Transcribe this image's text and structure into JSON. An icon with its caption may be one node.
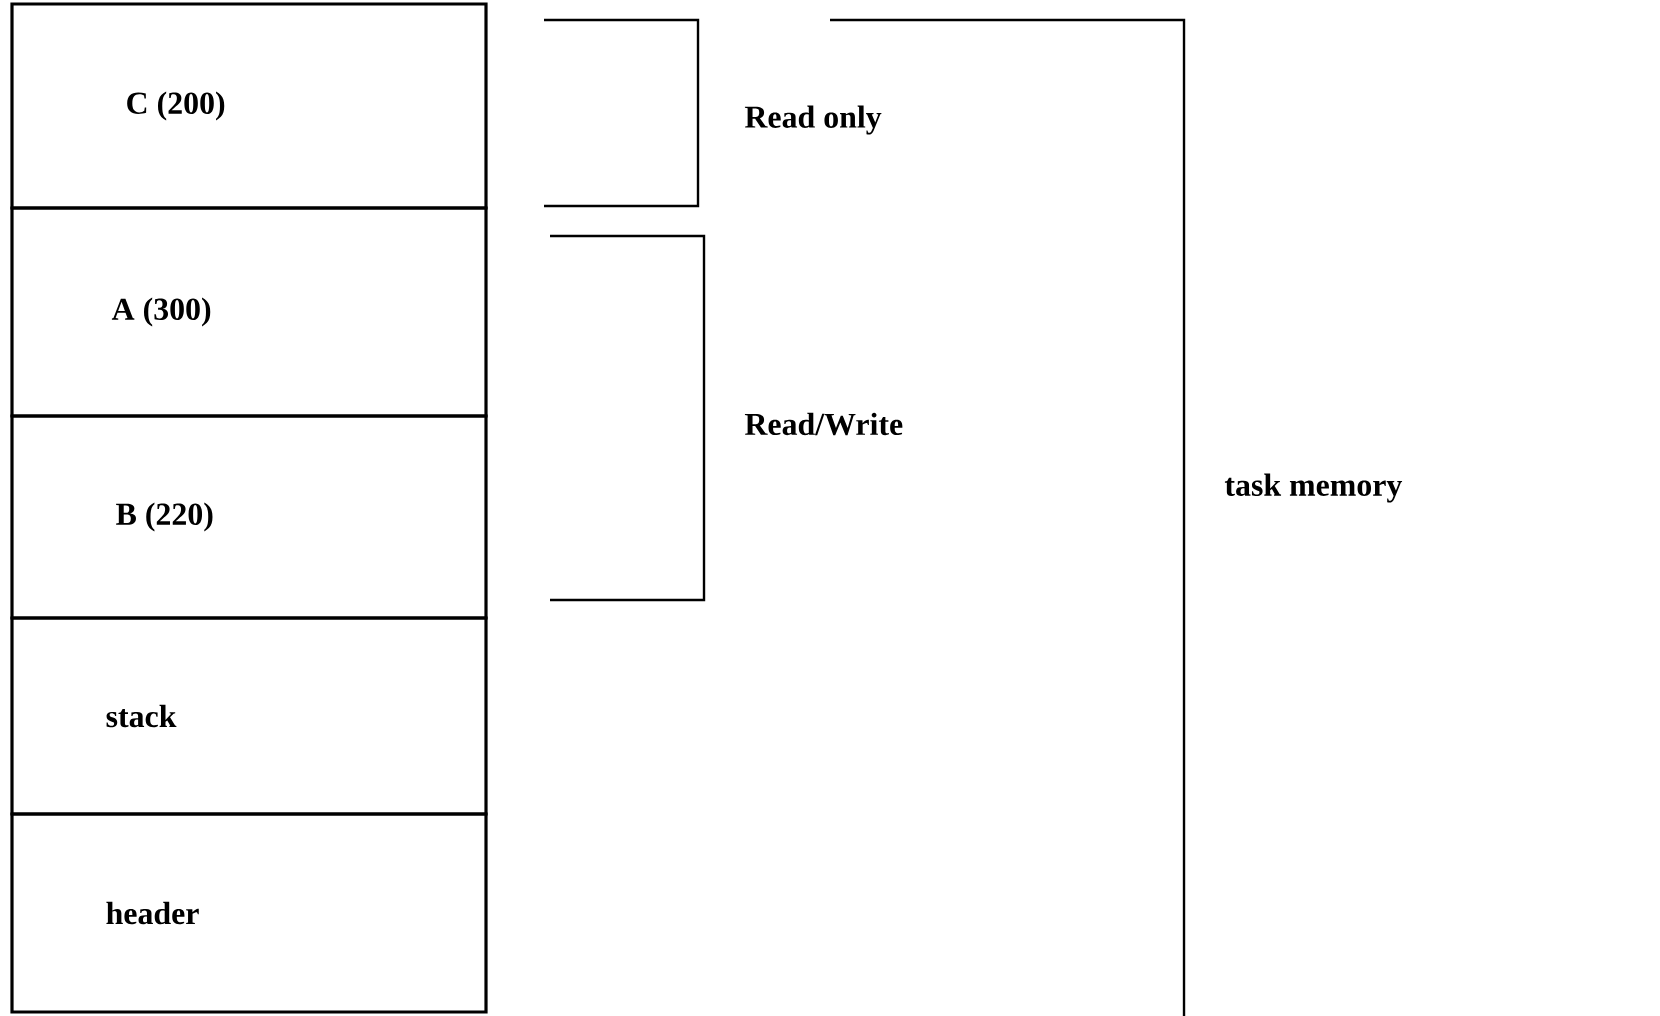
{
  "diagram": {
    "nodes": [
      {
        "text": [
          "C (200)"
        ]
      },
      {
        "text": [
          "A (300)"
        ]
      },
      {
        "text": [
          "B (220)"
        ]
      },
      {
        "text": [
          "stack"
        ]
      },
      {
        "text": [
          "header"
        ]
      }
    ],
    "labels": [
      "Read only",
      "Read/Write",
      "task memory"
    ]
  }
}
